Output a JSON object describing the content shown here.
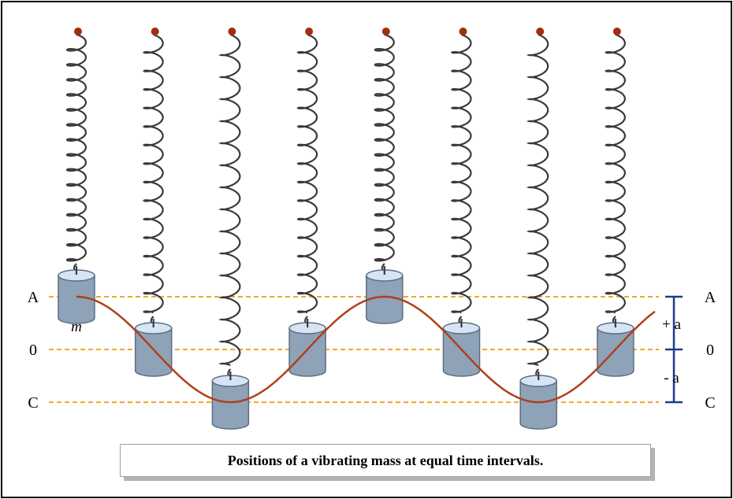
{
  "labels": {
    "left_top": "A",
    "left_middle": "0",
    "left_bottom": "C",
    "right_top": "A",
    "right_middle": "0",
    "right_bottom": "C",
    "mass": "m",
    "plus_amplitude": "+ a",
    "minus_amplitude": "- a"
  },
  "caption": "Positions of a vibrating mass at equal time intervals.",
  "colors": {
    "spring": "#3a3a3a",
    "anchor": "#a0300a",
    "mass_body": "#8ea3b8",
    "mass_top": "#d6e4f5",
    "mass_stroke": "#5c6e82",
    "guide_line": "#f5a623",
    "wave": "#b0401a",
    "bracket": "#1f3a8a"
  },
  "masses": [
    {
      "index": 1,
      "displacement": 1.0
    },
    {
      "index": 2,
      "displacement": 0.0
    },
    {
      "index": 3,
      "displacement": -1.0
    },
    {
      "index": 4,
      "displacement": 0.0
    },
    {
      "index": 5,
      "displacement": 1.0
    },
    {
      "index": 6,
      "displacement": 0.0
    },
    {
      "index": 7,
      "displacement": -1.0
    },
    {
      "index": 8,
      "displacement": 0.0
    }
  ]
}
